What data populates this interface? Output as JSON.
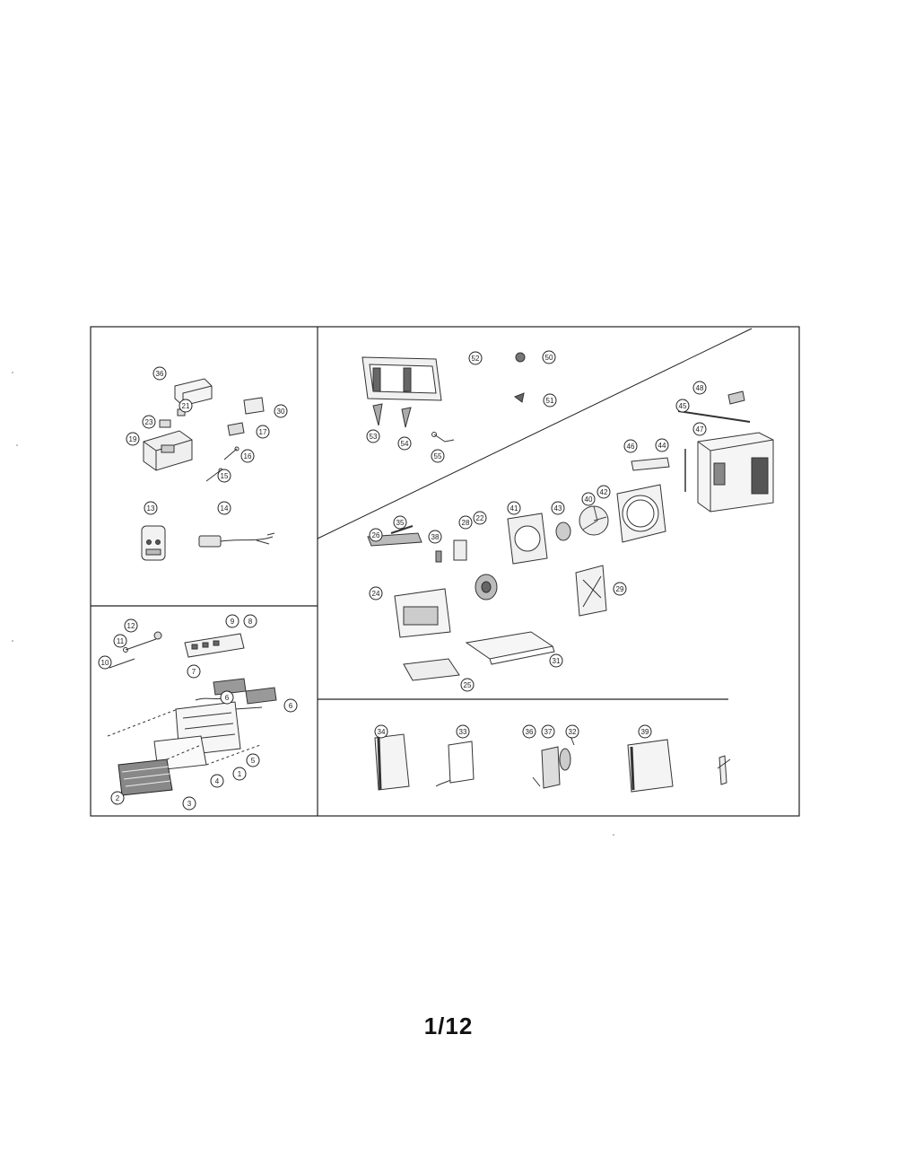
{
  "page": {
    "number": "1/12"
  },
  "diagram": {
    "callouts": [
      "36",
      "21",
      "23",
      "19",
      "30",
      "17",
      "16",
      "15",
      "13",
      "14",
      "12",
      "11",
      "10",
      "9",
      "8",
      "7",
      "6",
      "6",
      "5",
      "4",
      "3",
      "2",
      "1",
      "52",
      "50",
      "51",
      "53",
      "54",
      "55",
      "48",
      "45",
      "46",
      "44",
      "47",
      "26",
      "35",
      "38",
      "28",
      "22",
      "41",
      "43",
      "40",
      "42",
      "29",
      "24",
      "31",
      "25",
      "34",
      "33",
      "36",
      "37",
      "32",
      "39"
    ]
  }
}
